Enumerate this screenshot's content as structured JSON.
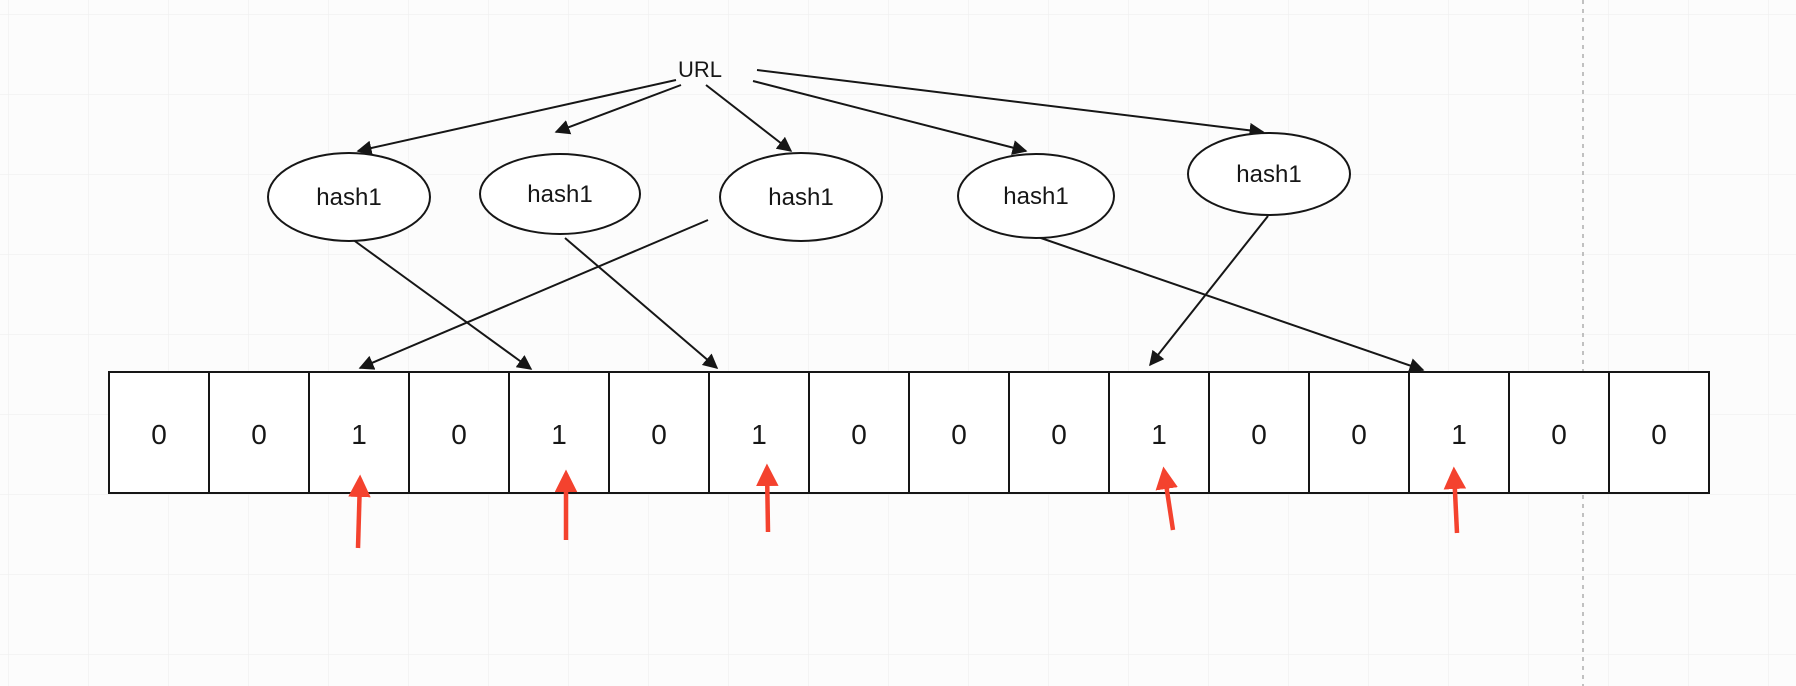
{
  "diagram": {
    "url_label": "URL",
    "hash_nodes": [
      {
        "label": "hash1"
      },
      {
        "label": "hash1"
      },
      {
        "label": "hash1"
      },
      {
        "label": "hash1"
      },
      {
        "label": "hash1"
      }
    ],
    "bit_array": {
      "cells": [
        "0",
        "0",
        "1",
        "0",
        "1",
        "0",
        "1",
        "0",
        "0",
        "0",
        "1",
        "0",
        "0",
        "1",
        "0",
        "0"
      ],
      "set_bit_indices": [
        2,
        4,
        6,
        10,
        13
      ]
    },
    "connections": {
      "url_to_hash_nodes": [
        0,
        1,
        2,
        3,
        4
      ],
      "hash_node_to_cell_index": [
        4,
        6,
        2,
        13,
        10
      ],
      "red_arrow_cell_indices": [
        2,
        4,
        6,
        10,
        13
      ]
    },
    "colors": {
      "stroke_black": "#161616",
      "highlight_red": "#f4422e",
      "grid_gray": "#ededed",
      "dashed_line_gray": "#adadad",
      "background": "#fcfcfc"
    }
  }
}
